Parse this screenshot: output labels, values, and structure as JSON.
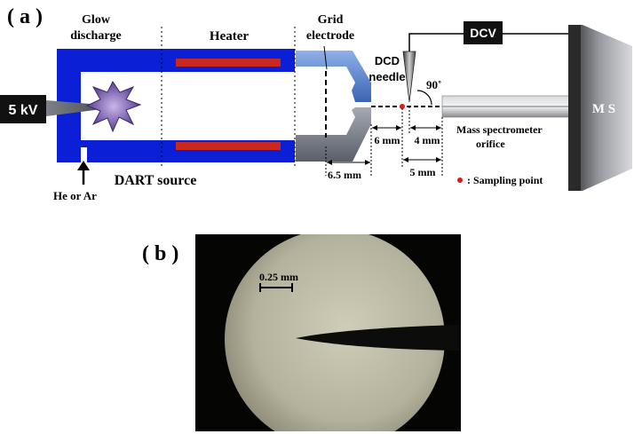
{
  "panel_a": {
    "label": "( a )",
    "glow_discharge": [
      "Glow",
      "discharge"
    ],
    "heater": "Heater",
    "grid_electrode": [
      "Grid",
      "electrode"
    ],
    "dcd_needle": [
      "DCD",
      "needle"
    ],
    "angle": "90˚",
    "dcv": "DCV",
    "voltage": "5 kV",
    "ms": "M S",
    "gas": "He or Ar",
    "dart_source": "DART source",
    "dist_6_5": "6.5 mm",
    "dist_6": "6 mm",
    "dist_4": "4 mm",
    "dist_5": "5 mm",
    "orifice": [
      "Mass spectrometer",
      "orifice"
    ],
    "sampling_point": ": Sampling point",
    "colors": {
      "source_blue": "#0a1fd6",
      "heater_red": "#c8281e",
      "grid_blue": "#5e87c8",
      "grid_gray": "#7a7f8a",
      "plasma_purple": "#7a5cb0",
      "sampling_red": "#e0181a"
    }
  },
  "panel_b": {
    "label": "( b )",
    "scale_bar": "0.25 mm"
  }
}
